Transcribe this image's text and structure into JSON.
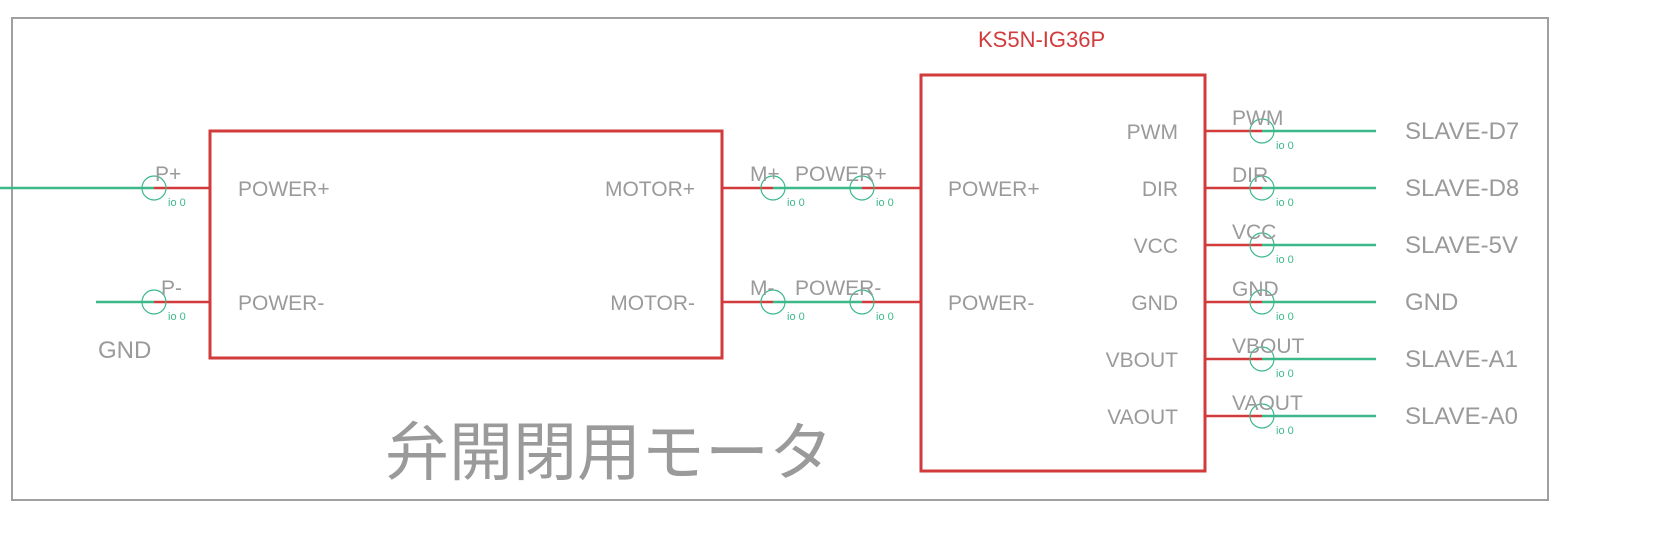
{
  "title_text": "弁開閉用モータ",
  "driver": {
    "pins_left": [
      {
        "name": "POWER+",
        "net_pin": "P+",
        "io": "io 0"
      },
      {
        "name": "POWER-",
        "net_pin": "P-",
        "io": "io 0"
      }
    ],
    "pins_right": [
      {
        "name": "MOTOR+",
        "pin": "M+",
        "io": "io 0"
      },
      {
        "name": "MOTOR-",
        "pin": "M-",
        "io": "io 0"
      }
    ],
    "gnd_label": "GND"
  },
  "motor": {
    "name": "KS5N-IG36P",
    "pins_left": [
      {
        "name": "POWER+",
        "pin": "POWER+",
        "io": "io 0"
      },
      {
        "name": "POWER-",
        "pin": "POWER-",
        "io": "io 0"
      }
    ],
    "pins_right": [
      {
        "name": "PWM",
        "pin": "PWM",
        "io": "io 0",
        "net": "SLAVE-D7"
      },
      {
        "name": "DIR",
        "pin": "DIR",
        "io": "io 0",
        "net": "SLAVE-D8"
      },
      {
        "name": "VCC",
        "pin": "VCC",
        "io": "io 0",
        "net": "SLAVE-5V"
      },
      {
        "name": "GND",
        "pin": "GND",
        "io": "io 0",
        "net": "GND"
      },
      {
        "name": "VBOUT",
        "pin": "VBOUT",
        "io": "io 0",
        "net": "SLAVE-A1"
      },
      {
        "name": "VAOUT",
        "pin": "VAOUT",
        "io": "io 0",
        "net": "SLAVE-A0"
      }
    ]
  },
  "colors": {
    "component": "#d23b3b",
    "wire": "#3cb88a",
    "text": "#9a9a9a",
    "frame": "#a0a0a0"
  }
}
